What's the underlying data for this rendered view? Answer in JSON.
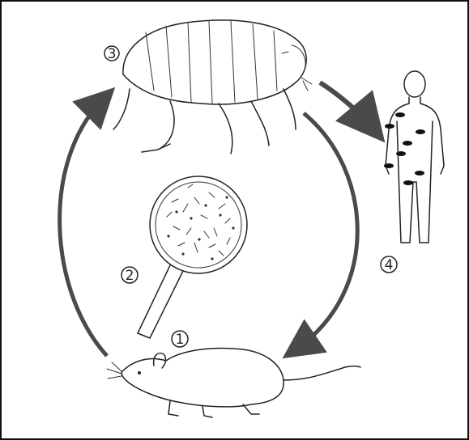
{
  "stages": [
    {
      "id": "rodent",
      "label": "1"
    },
    {
      "id": "magnified-bacteria",
      "label": "2"
    },
    {
      "id": "flea",
      "label": "3"
    },
    {
      "id": "human",
      "label": "4"
    }
  ],
  "colors": {
    "arrow": "#4a4a4a",
    "line": "#222222",
    "bite": "#111111",
    "background": "#ffffff"
  }
}
